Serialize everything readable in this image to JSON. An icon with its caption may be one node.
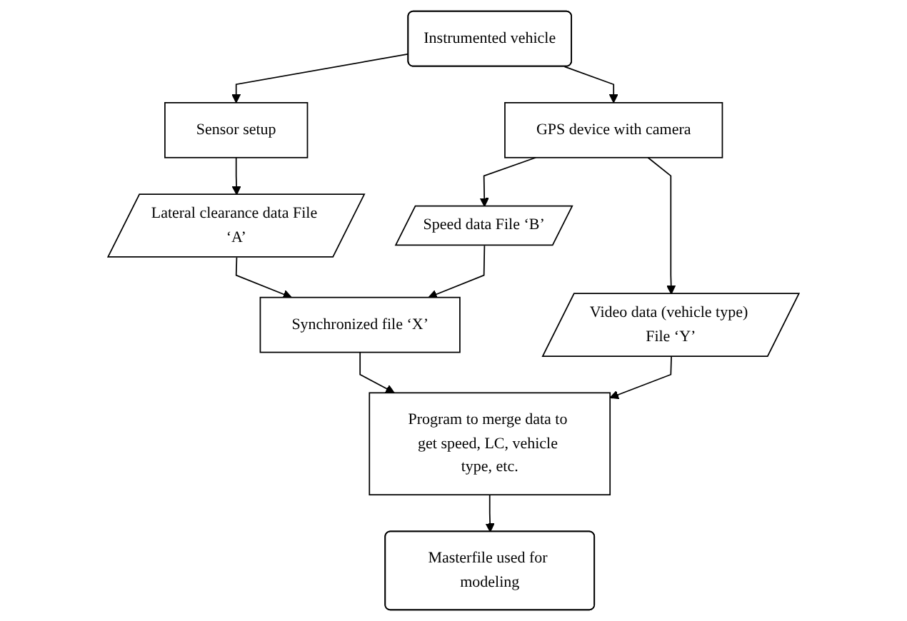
{
  "diagram": {
    "nodes": [
      {
        "text": [
          "Instrumented vehicle"
        ]
      },
      {
        "text": [
          "Sensor setup"
        ]
      },
      {
        "text": [
          "GPS device with camera"
        ]
      },
      {
        "text": [
          "Lateral clearance data File ‘A’"
        ]
      },
      {
        "text": [
          "Speed data File ‘B’"
        ]
      },
      {
        "text": [
          "Video data (vehicle type) File ‘Y’"
        ]
      },
      {
        "text": [
          "Synchronized file ‘X’"
        ]
      },
      {
        "text": [
          "Program to merge data to get speed, LC, vehicle type, etc."
        ]
      },
      {
        "text": [
          "Masterfile used for modeling"
        ]
      }
    ],
    "edges": [
      {
        "from": 0,
        "to": 1,
        "arrow": "to"
      },
      {
        "from": 0,
        "to": 2,
        "arrow": "to"
      },
      {
        "from": 1,
        "to": 3,
        "arrow": "to"
      },
      {
        "from": 2,
        "to": 4,
        "arrow": "to"
      },
      {
        "from": 2,
        "to": 5,
        "arrow": "to"
      },
      {
        "from": 3,
        "to": 6,
        "arrow": "to"
      },
      {
        "from": 4,
        "to": 6,
        "arrow": "to"
      },
      {
        "from": 6,
        "to": 7,
        "arrow": "to"
      },
      {
        "from": 5,
        "to": 7,
        "arrow": "to"
      },
      {
        "from": 7,
        "to": 8,
        "arrow": "to"
      }
    ]
  }
}
